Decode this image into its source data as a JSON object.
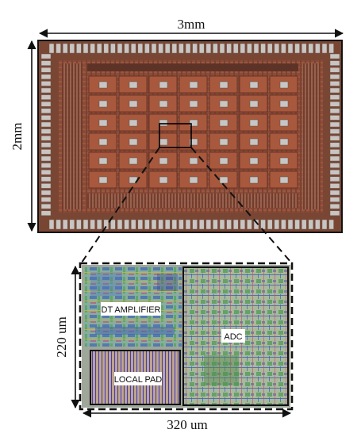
{
  "dimensions": {
    "chip_width": "3mm",
    "chip_height": "2mm",
    "zoom_width": "320 um",
    "zoom_height": "220 um"
  },
  "blocks": {
    "amplifier": "DT AMPLIFIER",
    "local_pad": "LOCAL PAD",
    "adc": "ADC"
  },
  "pixel_array": {
    "rows": 6,
    "cols": 7
  },
  "colors": {
    "die_background": "#7a4634",
    "cell_fill": "#a8583c",
    "pad_fill": "#c9c5c2",
    "layout_background": "#9ea79a",
    "amp_fill": "#86aa9a",
    "pad_block_fill": "#b59aa0",
    "adc_fill": "#a7b799"
  }
}
